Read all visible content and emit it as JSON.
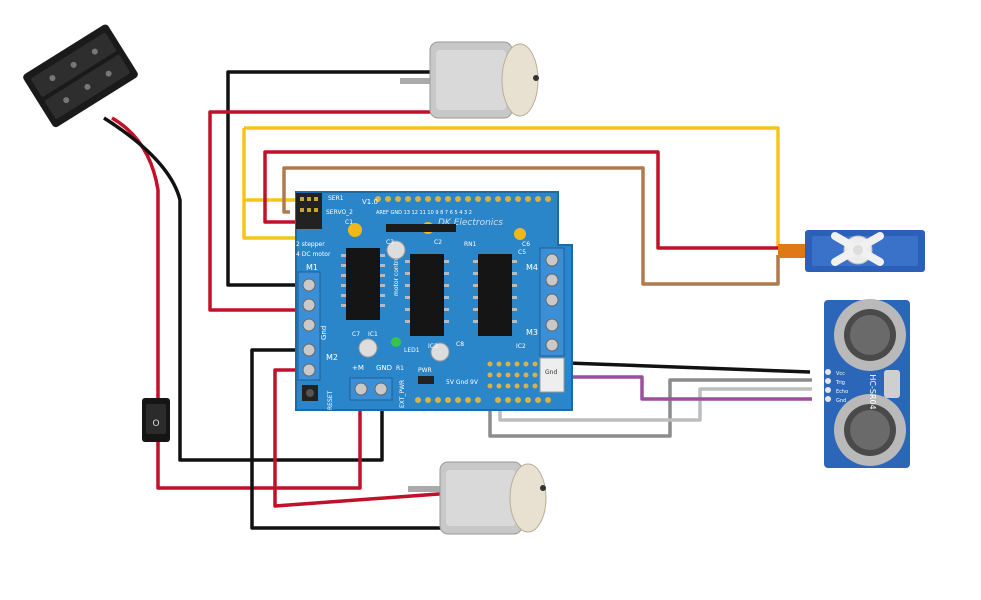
{
  "shield": {
    "brand": "DK Electronics",
    "version": "V1.0",
    "servo1": "SER1",
    "servo2": "SERVO_2",
    "note1": "2 stepper",
    "note2": "4 DC motor",
    "m1": "M1",
    "m2": "M2",
    "m3": "M3",
    "m4": "M4",
    "gnd": "Gnd",
    "plus_m": "+M",
    "gnd2": "GND",
    "ext_pwr": "EXT_PWR",
    "pwr": "PWR",
    "reset": "RESET",
    "arduino_pins": "AREF GND 13 12 11 10 9 8 7 6 5 4 3 2",
    "chip_label": "motor control",
    "c1": "C1",
    "c2": "C2",
    "c3": "C3",
    "c5": "C5",
    "c6": "C6",
    "c7": "C7",
    "c8": "C8",
    "ic1": "IC1",
    "ic2": "IC2",
    "ic3": "IC3",
    "rn1": "RN1",
    "led1": "LED1",
    "r1": "R1",
    "pwr_row": "5V Gnd 9V"
  },
  "sensor": {
    "model": "HC-SR04",
    "pins": [
      "Vcc",
      "Trig",
      "Echo",
      "Gnd"
    ]
  },
  "switch": {
    "mark": "O"
  },
  "colors": {
    "pcb": "#2a86c8",
    "pcb_dark": "#1d6aa4",
    "terminal": "#3b8fd6",
    "wire_red": "#c0102a",
    "wire_black": "#111111",
    "wire_yellow": "#f5c518",
    "wire_brown": "#b07a4f",
    "wire_gray": "#8c8c8c",
    "wire_lightgray": "#bdbdbd",
    "wire_purple": "#9b4f9f",
    "servo_blue": "#2b5fb8",
    "sensor_blue": "#2c66b8"
  }
}
